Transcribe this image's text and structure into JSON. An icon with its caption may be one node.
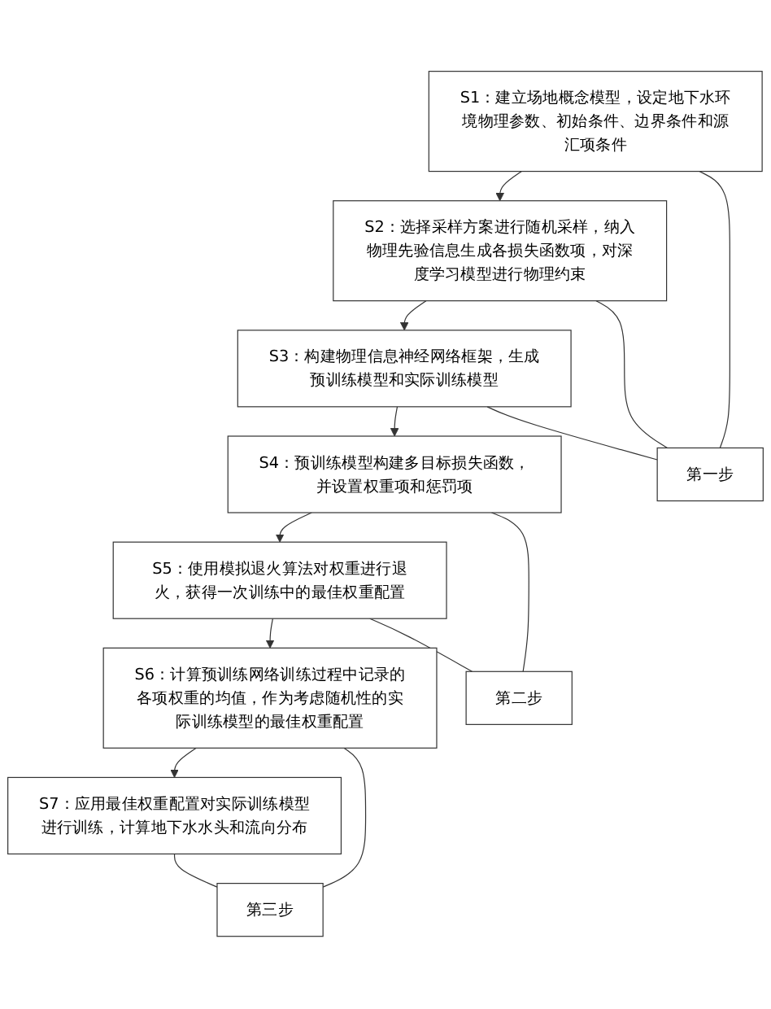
{
  "diagram": {
    "nodes": [
      {
        "text": [
          "S1：建立场地概念模型，设定地下水环境物理参数、初始条件、边界条件和源汇项条件"
        ]
      },
      {
        "text": [
          "S2：选择采样方案进行随机采样，纳入物理先验信息生成各损失函数项，对深度学习模型进行物理约束"
        ]
      },
      {
        "text": [
          "S3：构建物理信息神经网络框架，生成预训练模型和实际训练模型"
        ]
      },
      {
        "text": [
          "S4：预训练模型构建多目标损失函数，并设置权重项和惩罚项"
        ]
      },
      {
        "text": [
          "S5：使用模拟退火算法对权重进行退火，获得一次训练中的最佳权重配置"
        ]
      },
      {
        "text": [
          "S6：计算预训练网络训练过程中记录的各项权重的均值，作为考虑随机性的实际训练模型的最佳权重配置"
        ]
      },
      {
        "text": [
          "S7：应用最佳权重配置对实际训练模型进行训练，计算地下水水头和流向分布"
        ]
      },
      {
        "text": [
          "第一步"
        ]
      },
      {
        "text": [
          "第二步"
        ]
      },
      {
        "text": [
          "第三步"
        ]
      }
    ],
    "edges": [
      {
        "from": 0,
        "to": 1,
        "arrow": "to"
      },
      {
        "from": 1,
        "to": 2,
        "arrow": "to"
      },
      {
        "from": 2,
        "to": 3,
        "arrow": "to"
      },
      {
        "from": 3,
        "to": 4,
        "arrow": "to"
      },
      {
        "from": 4,
        "to": 5,
        "arrow": "to"
      },
      {
        "from": 5,
        "to": 6,
        "arrow": "to"
      },
      {
        "from": 0,
        "to": 7,
        "arrow": "none"
      },
      {
        "from": 1,
        "to": 7,
        "arrow": "none"
      },
      {
        "from": 2,
        "to": 7,
        "arrow": "none"
      },
      {
        "from": 3,
        "to": 8,
        "arrow": "none"
      },
      {
        "from": 4,
        "to": 8,
        "arrow": "none"
      },
      {
        "from": 5,
        "to": 9,
        "arrow": "none"
      },
      {
        "from": 6,
        "to": 9,
        "arrow": "none"
      }
    ]
  }
}
